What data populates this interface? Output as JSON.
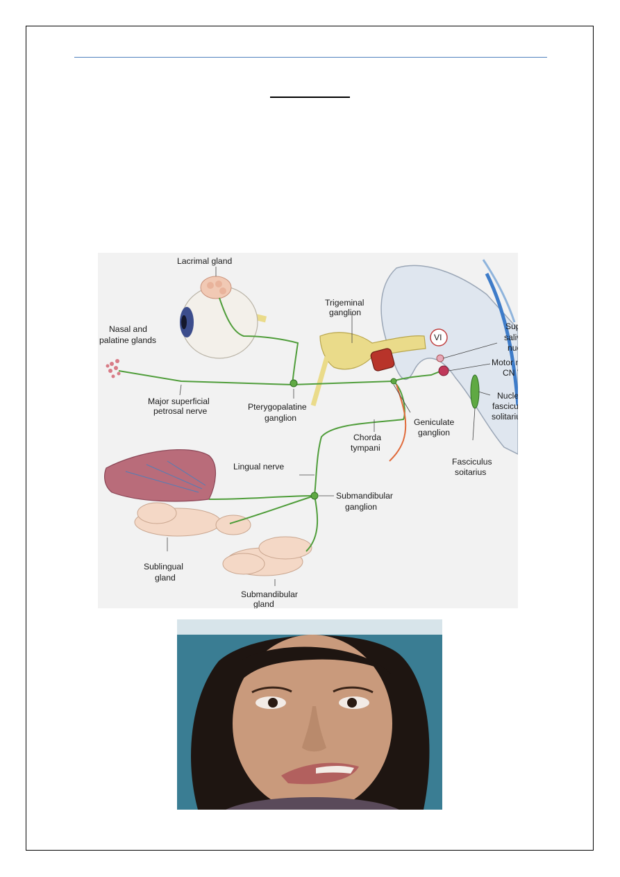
{
  "diagram": {
    "labels": {
      "lacrimal_gland": "Lacrimal gland",
      "trigeminal_ganglion_1": "Trigeminal",
      "trigeminal_ganglion_2": "ganglion",
      "nasal_palatine_1": "Nasal and",
      "nasal_palatine_2": "palatine glands",
      "major_petrosal_1": "Major superficial",
      "major_petrosal_2": "petrosal nerve",
      "pterygopalatine_1": "Pterygopalatine",
      "pterygopalatine_2": "ganglion",
      "chorda_1": "Chorda",
      "chorda_2": "tympani",
      "geniculate_1": "Geniculate",
      "geniculate_2": "ganglion",
      "cn_vi": "VI",
      "superior_salivatory_1": "Superior",
      "superior_salivatory_2": "salivatory",
      "superior_salivatory_3": "nucleus",
      "motor_nucleus_1": "Motor nucleus",
      "motor_nucleus_2": "CN VII",
      "nucleus_fasciculus_1": "Nucleus",
      "nucleus_fasciculus_2": "fasciculus",
      "nucleus_fasciculus_3": "solitarius",
      "fasciculus_soitarius_1": "Fasciculus",
      "fasciculus_soitarius_2": "soitarius",
      "lingual_nerve": "Lingual nerve",
      "submandibular_ganglion_1": "Submandibular",
      "submandibular_ganglion_2": "ganglion",
      "sublingual_gland_1": "Sublingual",
      "sublingual_gland_2": "gland",
      "submandibular_gland_1": "Submandibular",
      "submandibular_gland_2": "gland"
    }
  }
}
